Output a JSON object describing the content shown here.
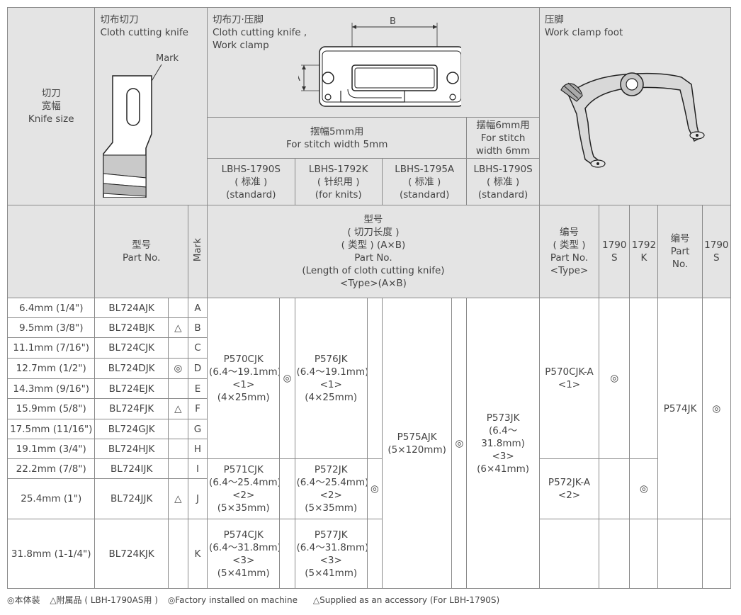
{
  "header": {
    "knife_size": {
      "zh1": "切刀",
      "zh2": "宽幅",
      "en": "Knife size"
    },
    "cloth_knife": {
      "zh": "切布切刀",
      "en": "Cloth cutting knife",
      "mark_label": "Mark"
    },
    "knife_clamp": {
      "zh": "切布刀·压脚",
      "en1": "Cloth cutting knife ,",
      "en2": "Work clamp",
      "dim_b": "B",
      "dim_a": "A"
    },
    "clamp_foot": {
      "zh": "压脚",
      "en": "Work clamp foot"
    },
    "stitch5": {
      "zh": "摆幅5mm用",
      "en": "For stitch width 5mm"
    },
    "stitch6": {
      "zh": "摆幅6mm用",
      "en1": "For stitch",
      "en2": "width 6mm"
    },
    "models": [
      {
        "name": "LBHS-1790S",
        "zh": "( 标准 )",
        "en": "(standard)"
      },
      {
        "name": "LBHS-1792K",
        "zh": "( 针织用 )",
        "en": "(for knits)"
      },
      {
        "name": "LBHS-1795A",
        "zh": "( 标准 )",
        "en": "(standard)"
      },
      {
        "name": "LBHS-1790S",
        "zh": "( 标准 )",
        "en": "(standard)"
      }
    ],
    "part_no": {
      "zh": "型号",
      "en": "Part No."
    },
    "mark": "Mark",
    "type_col": {
      "l1": "型号",
      "l2": "( 切刀长度 )",
      "l3": "( 类型 ) (A×B)",
      "l4": "Part No.",
      "l5": "(Length of cloth cutting knife)",
      "l6": "<Type>(A×B)"
    },
    "code_type": {
      "l1": "编号",
      "l2": "( 类型 )",
      "l3": "Part No.",
      "l4": "<Type>"
    },
    "c1790s": {
      "a": "1790",
      "b": "S"
    },
    "c1792k": {
      "a": "1792",
      "b": "K"
    },
    "code_part": {
      "l1": "编号",
      "l2": "Part",
      "l3": "No."
    },
    "c1790s_b": {
      "a": "1790",
      "b": "S"
    }
  },
  "rows": [
    {
      "size": "6.4mm (1/4\")",
      "part": "BL724AJK",
      "sym": "",
      "mark": "A"
    },
    {
      "size": "9.5mm (3/8\")",
      "part": "BL724BJK",
      "sym": "△",
      "mark": "B"
    },
    {
      "size": "11.1mm (7/16\")",
      "part": "BL724CJK",
      "sym": "",
      "mark": "C"
    },
    {
      "size": "12.7mm (1/2\")",
      "part": "BL724DJK",
      "sym": "◎",
      "mark": "D"
    },
    {
      "size": "14.3mm (9/16\")",
      "part": "BL724EJK",
      "sym": "",
      "mark": "E"
    },
    {
      "size": "15.9mm (5/8\")",
      "part": "BL724FJK",
      "sym": "△",
      "mark": "F"
    },
    {
      "size": "17.5mm (11/16\")",
      "part": "BL724GJK",
      "sym": "",
      "mark": "G"
    },
    {
      "size": "19.1mm (3/4\")",
      "part": "BL724HJK",
      "sym": "",
      "mark": "H"
    },
    {
      "size": "22.2mm (7/8\")",
      "part": "BL724IJK",
      "sym": "",
      "mark": "I"
    },
    {
      "size": "25.4mm (1\")",
      "part": "BL724JJK",
      "sym": "△",
      "mark": "J"
    },
    {
      "size": "31.8mm (1-1/4\")",
      "part": "BL724KJK",
      "sym": "",
      "mark": "K"
    }
  ],
  "groups": {
    "g1": {
      "c1790": {
        "p": "P570CJK",
        "r": "(6.4～19.1mm)",
        "t": "<1>",
        "d": "(4×25mm)",
        "sym": "◎"
      },
      "c1792": {
        "p": "P576JK",
        "r": "(6.4～19.1mm)",
        "t": "<1>",
        "d": "(4×25mm)",
        "sym": ""
      },
      "clamp": {
        "p": "P570CJK-A",
        "t": "<1>",
        "s1790": "◎",
        "s1792": ""
      }
    },
    "g2": {
      "c1790": {
        "p": "P571CJK",
        "r": "(6.4～25.4mm)",
        "t": "<2>",
        "d": "(5×35mm)",
        "sym": ""
      },
      "c1792": {
        "p": "P572JK",
        "r": "(6.4～25.4mm)",
        "t": "<2>",
        "d": "(5×35mm)",
        "sym": "◎"
      },
      "clamp": {
        "p": "P572JK-A",
        "t": "<2>",
        "s1790": "",
        "s1792": "◎"
      }
    },
    "g3": {
      "c1790": {
        "p": "P574CJK",
        "r": "(6.4～31.8mm)",
        "t": "<3>",
        "d": "(5×41mm)"
      },
      "c1792": {
        "p": "P577JK",
        "r": "(6.4～31.8mm)",
        "t": "<3>",
        "d": "(5×41mm)"
      }
    },
    "c1795": {
      "p": "P575AJK",
      "d": "(5×120mm)",
      "sym": "◎"
    },
    "c6mm": {
      "p": "P573JK",
      "r1": "(6.4～",
      "r2": "31.8mm)",
      "t": "<3>",
      "d": "(6×41mm)",
      "sym": ""
    },
    "foot": {
      "p": "P574JK",
      "sym": "◎"
    }
  },
  "footnote": {
    "n1": "◎本体装",
    "n2": "△附属品 ( LBH-1790AS用 )",
    "n3": "◎Factory installed on machine",
    "n4": "△Supplied as an accessory (For LBH-1790S)"
  }
}
